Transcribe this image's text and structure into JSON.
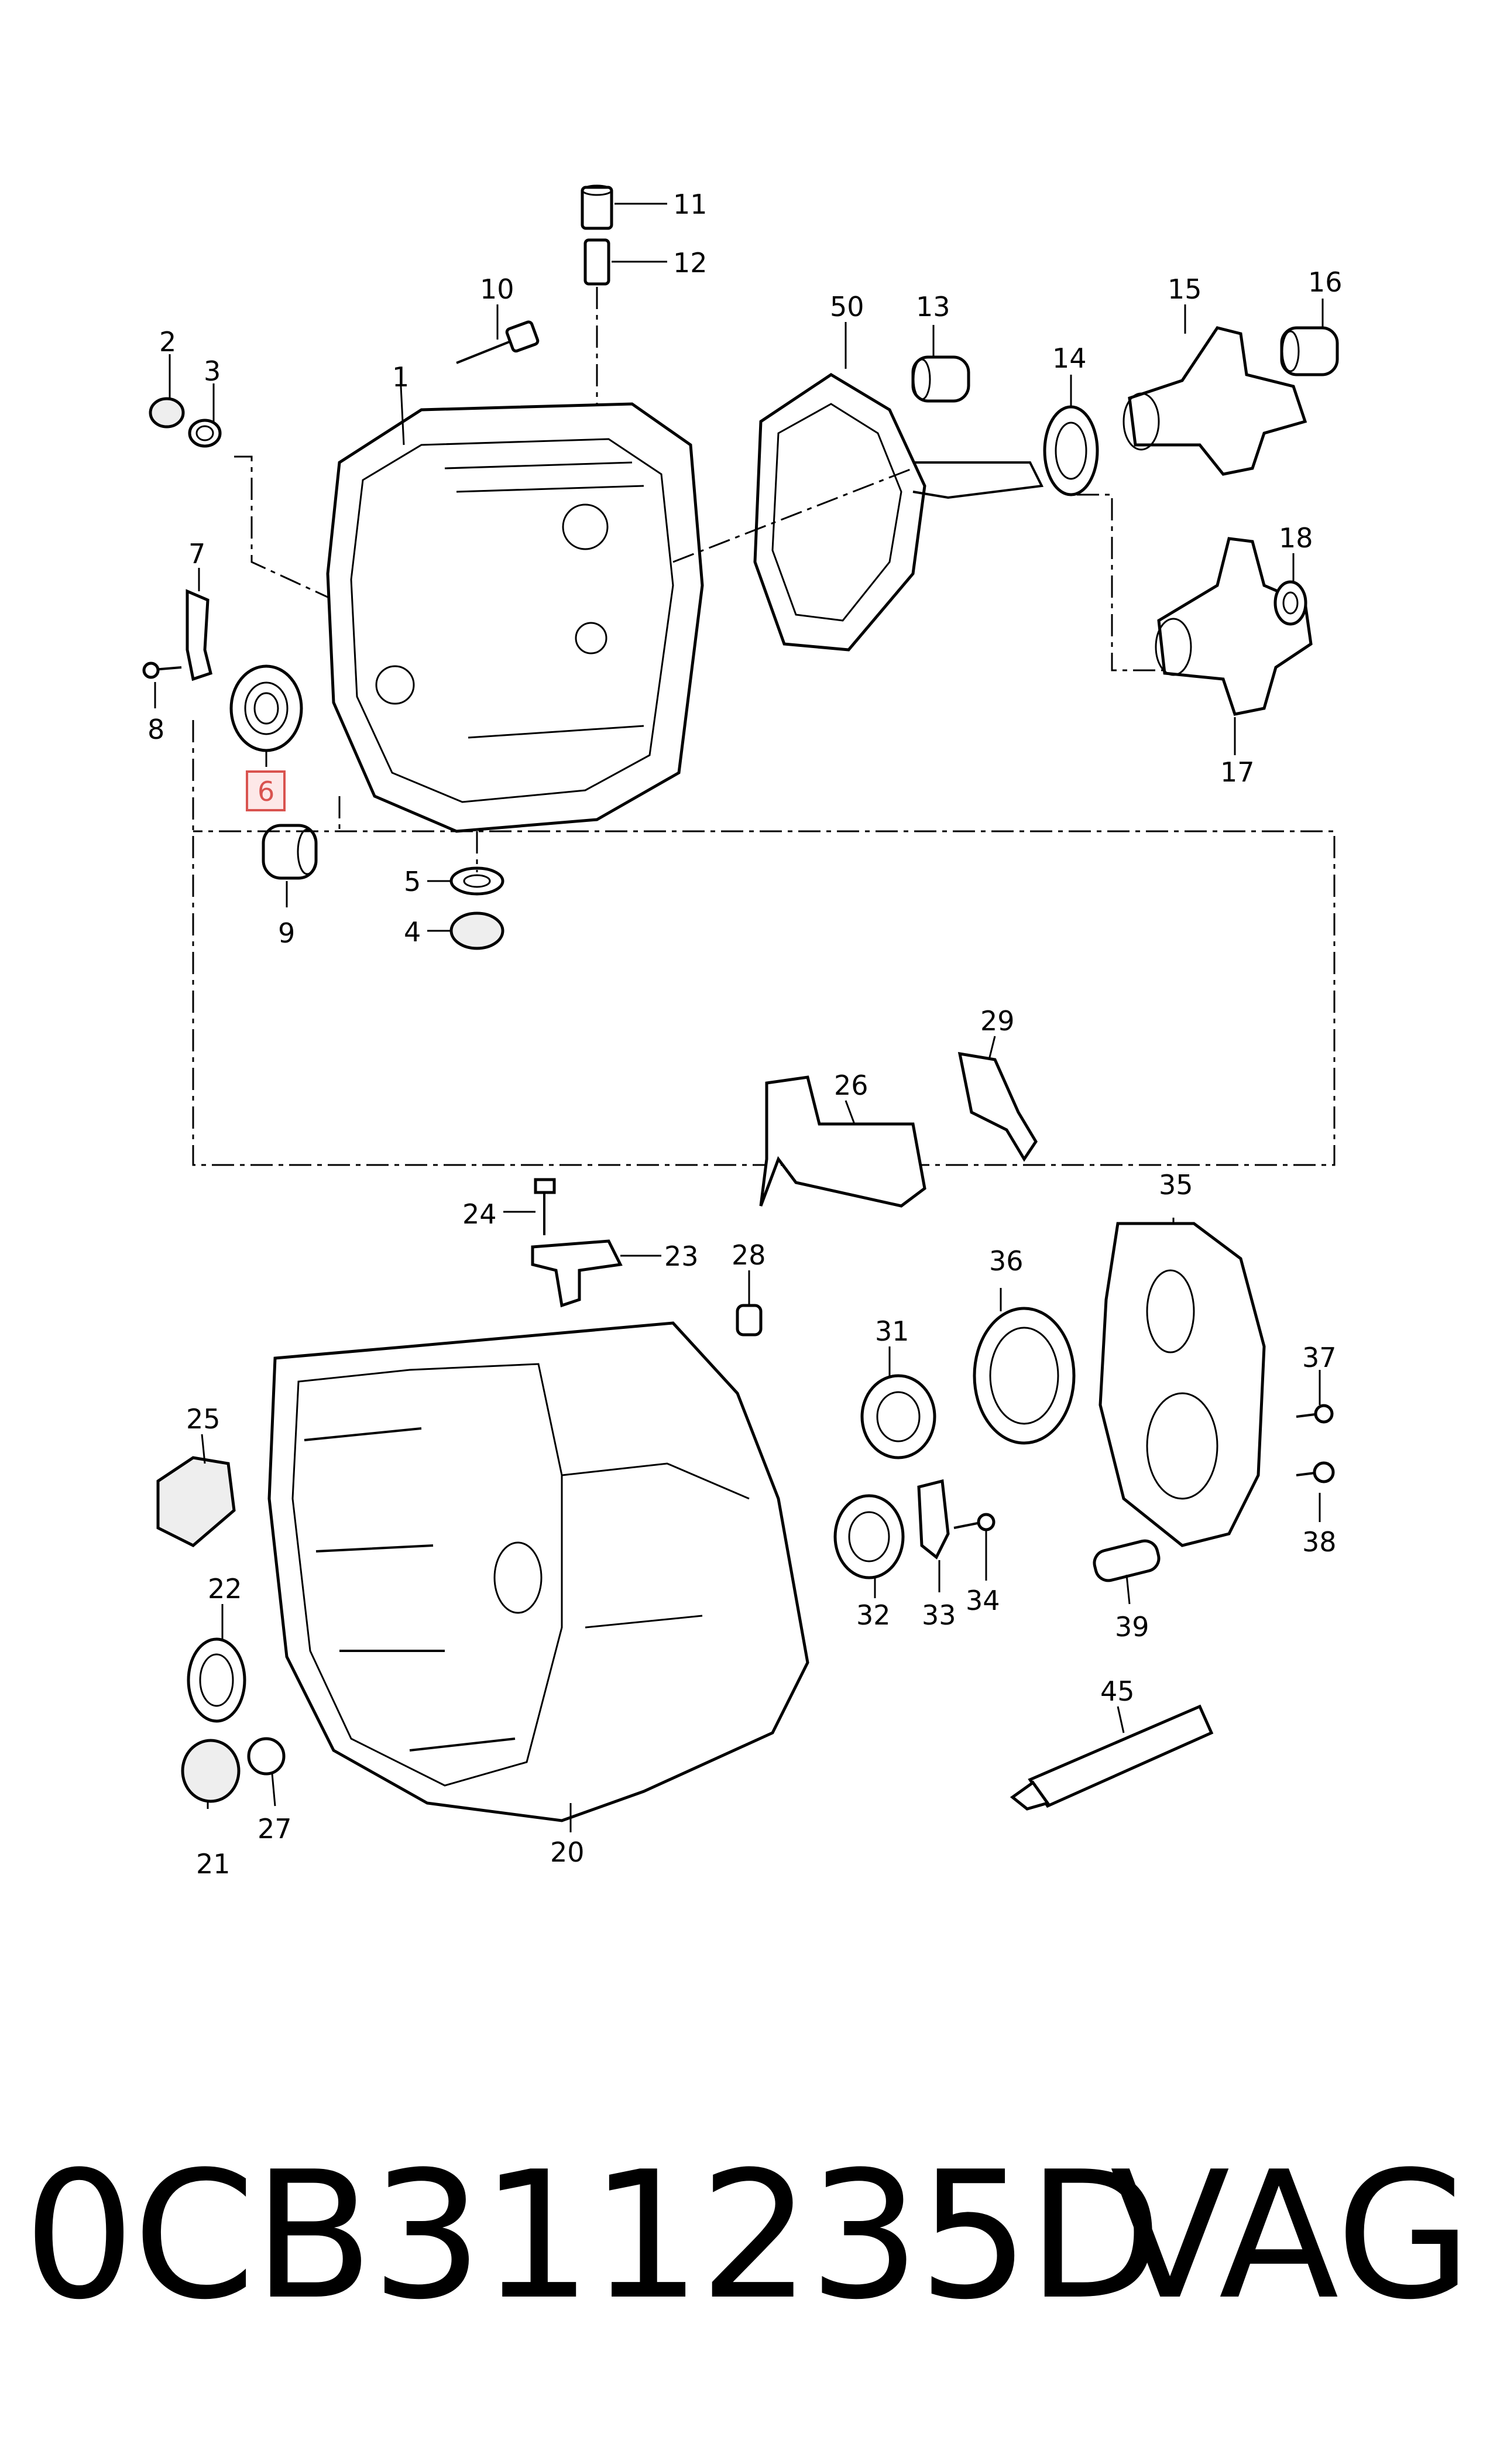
{
  "diagram": {
    "highlighted_callout": "6",
    "highlight_color": "#d9534f",
    "callouts": [
      {
        "id": "c1",
        "label": "1"
      },
      {
        "id": "c2",
        "label": "2"
      },
      {
        "id": "c3",
        "label": "3"
      },
      {
        "id": "c4",
        "label": "4"
      },
      {
        "id": "c5",
        "label": "5"
      },
      {
        "id": "c6",
        "label": "6"
      },
      {
        "id": "c7",
        "label": "7"
      },
      {
        "id": "c8",
        "label": "8"
      },
      {
        "id": "c9",
        "label": "9"
      },
      {
        "id": "c10",
        "label": "10"
      },
      {
        "id": "c11",
        "label": "11"
      },
      {
        "id": "c12",
        "label": "12"
      },
      {
        "id": "c13",
        "label": "13"
      },
      {
        "id": "c14",
        "label": "14"
      },
      {
        "id": "c15",
        "label": "15"
      },
      {
        "id": "c16",
        "label": "16"
      },
      {
        "id": "c17",
        "label": "17"
      },
      {
        "id": "c18",
        "label": "18"
      },
      {
        "id": "c20",
        "label": "20"
      },
      {
        "id": "c21",
        "label": "21"
      },
      {
        "id": "c22",
        "label": "22"
      },
      {
        "id": "c23",
        "label": "23"
      },
      {
        "id": "c24",
        "label": "24"
      },
      {
        "id": "c25",
        "label": "25"
      },
      {
        "id": "c26",
        "label": "26"
      },
      {
        "id": "c27",
        "label": "27"
      },
      {
        "id": "c28",
        "label": "28"
      },
      {
        "id": "c29",
        "label": "29"
      },
      {
        "id": "c31",
        "label": "31"
      },
      {
        "id": "c32",
        "label": "32"
      },
      {
        "id": "c33",
        "label": "33"
      },
      {
        "id": "c34",
        "label": "34"
      },
      {
        "id": "c35",
        "label": "35"
      },
      {
        "id": "c36",
        "label": "36"
      },
      {
        "id": "c37",
        "label": "37"
      },
      {
        "id": "c38",
        "label": "38"
      },
      {
        "id": "c39",
        "label": "39"
      },
      {
        "id": "c45",
        "label": "45"
      },
      {
        "id": "c50",
        "label": "50"
      }
    ]
  },
  "footer": {
    "part_number": "0CB311235D",
    "brand": "VAG"
  }
}
